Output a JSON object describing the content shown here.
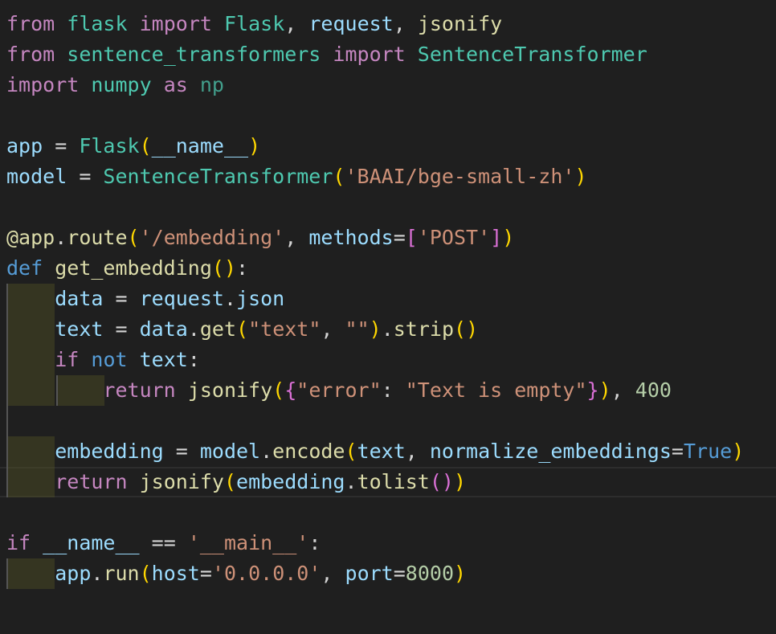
{
  "code_lines": [
    "from flask import Flask, request, jsonify",
    "from sentence_transformers import SentenceTransformer",
    "import numpy as np",
    "",
    "app = Flask(__name__)",
    "model = SentenceTransformer('BAAI/bge-small-zh')",
    "",
    "@app.route('/embedding', methods=['POST'])",
    "def get_embedding():",
    "    data = request.json",
    "    text = data.get(\"text\", \"\").strip()",
    "    if not text:",
    "        return jsonify({\"error\": \"Text is empty\"}), 400",
    "",
    "    embedding = model.encode(text, normalize_embeddings=True)",
    "    return jsonify(embedding.tolist())",
    "",
    "if __name__ == '__main__':",
    "    app.run(host='0.0.0.0', port=8000)"
  ],
  "tokens": {
    "from": "from",
    "import": "import",
    "as": "as",
    "def": "def",
    "if": "if",
    "not": "not",
    "return": "return",
    "true": "True",
    "flask_mod": "flask",
    "Flask": "Flask",
    "request": "request",
    "jsonify": "jsonify",
    "st_mod": "sentence_transformers",
    "SentenceTransformer": "SentenceTransformer",
    "numpy": "numpy",
    "np": "np",
    "app": "app",
    "name": "__name__",
    "model": "model",
    "model_str": "'BAAI/bge-small-zh'",
    "decorator": "@app",
    "route": "route",
    "route_str": "'/embedding'",
    "methods": "methods",
    "post_str": "'POST'",
    "get_embedding": "get_embedding",
    "data": "data",
    "json": "json",
    "text": "text",
    "get": "get",
    "text_str": "\"text\"",
    "empty_str": "\"\"",
    "strip": "strip",
    "error_str": "\"error\"",
    "empty_msg": "\"Text is empty\"",
    "code_400": "400",
    "embedding": "embedding",
    "encode": "encode",
    "normalize": "normalize_embeddings",
    "tolist": "tolist",
    "main_str": "'__main__'",
    "run": "run",
    "host": "host",
    "host_str": "'0.0.0.0'",
    "port": "port",
    "port_num": "8000"
  }
}
